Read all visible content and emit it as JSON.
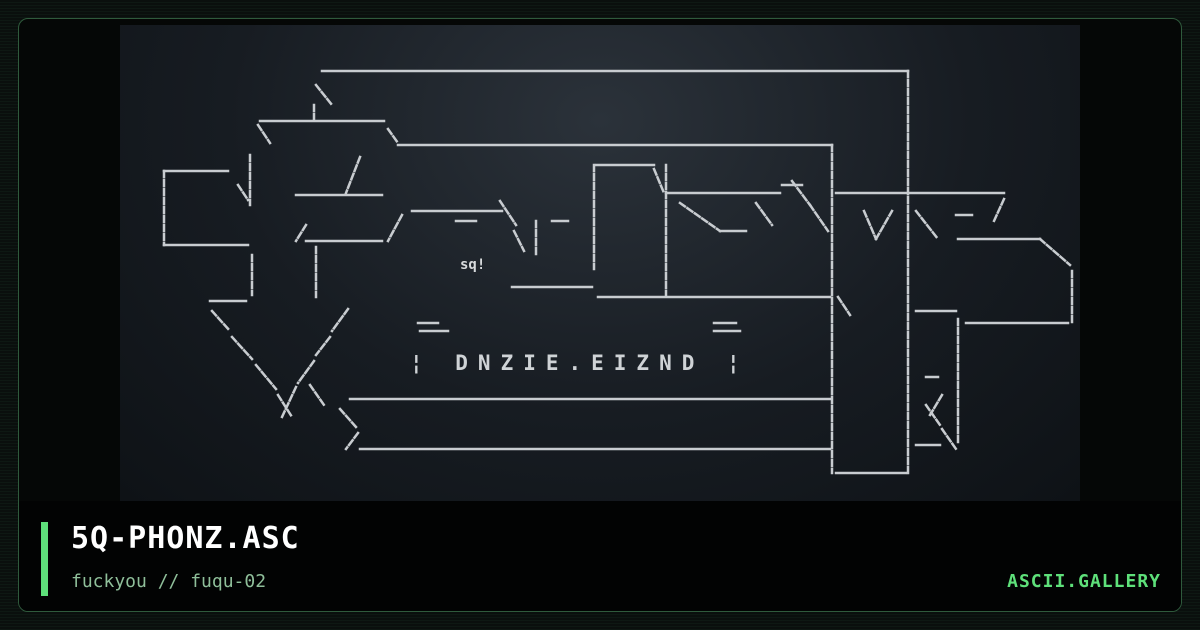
{
  "art": {
    "subtitle_text": "¦ DNZIE.EIZND ¦",
    "tag_text": "sq!"
  },
  "info": {
    "title": "5Q-PHONZ.ASC",
    "subtitle": "fuckyou // fuqu-02",
    "brand": "ASCII.GALLERY"
  },
  "colors": {
    "accent": "#5ee07a",
    "background": "#050706",
    "art_line": "#c8ccd0"
  }
}
